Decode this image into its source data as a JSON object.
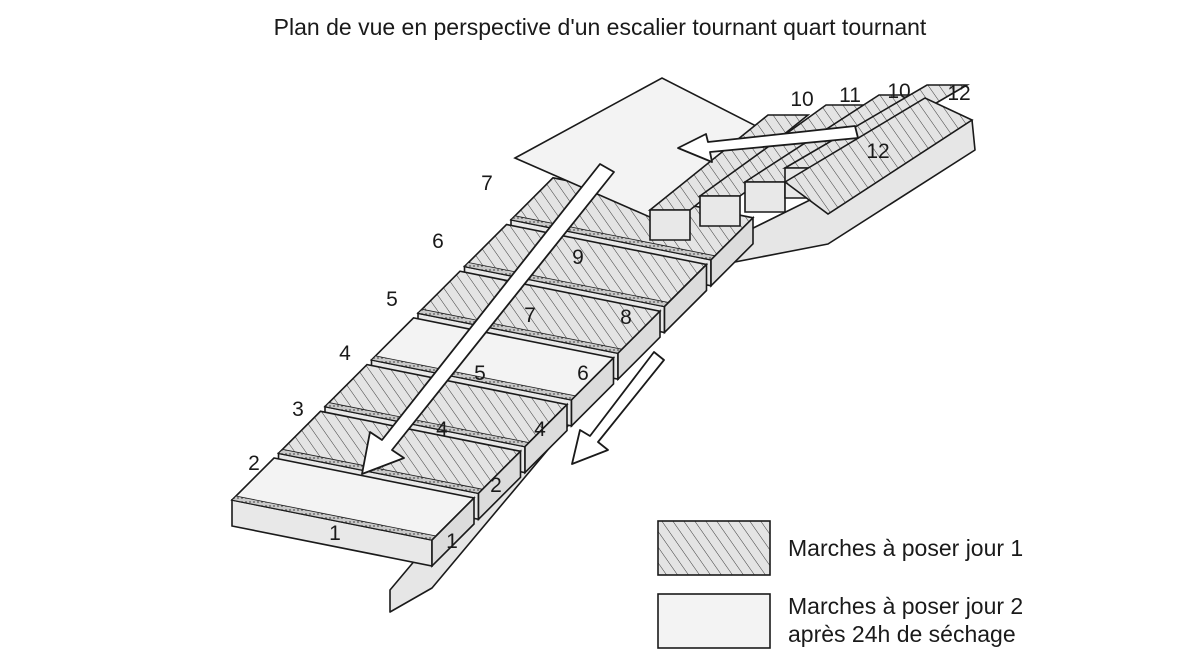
{
  "title": "Plan de vue en perspective d'un escalier tournant quart tournant",
  "colors": {
    "stroke": "#1a1a1a",
    "tread_plain": "#f3f3f3",
    "tread_hatched_bg": "#e4e4e4",
    "riser": "#e8e8e8",
    "concrete": "#e6e6e6",
    "arrow_fill": "#ffffff"
  },
  "step_numbers_left": [
    "2",
    "3",
    "4",
    "5",
    "6",
    "7"
  ],
  "step_numbers_tread": [
    "1",
    "4",
    "5",
    "7",
    "9"
  ],
  "step_numbers_right": [
    "1",
    "2",
    "4",
    "6",
    "8"
  ],
  "step_numbers_top": [
    "10",
    "11",
    "10",
    "12"
  ],
  "step_numbers_upper_tread": [
    "12"
  ],
  "legend": [
    {
      "pattern": "hatched",
      "line1": "Marches à poser jour 1",
      "line2": ""
    },
    {
      "pattern": "plain",
      "line1": "Marches à poser jour 2",
      "line2": "après 24h de séchage"
    }
  ]
}
